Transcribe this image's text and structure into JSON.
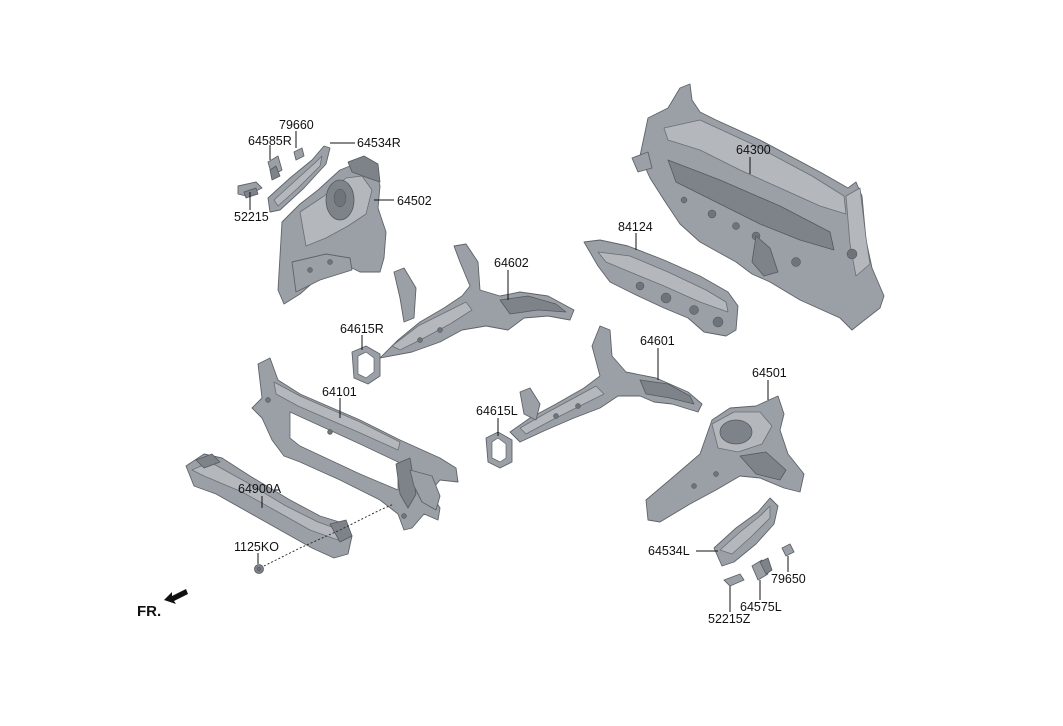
{
  "labels": {
    "p79660": "79660",
    "p64585R": "64585R",
    "p64534R": "64534R",
    "p52215": "52215",
    "p64502": "64502",
    "p64300": "64300",
    "p84124": "84124",
    "p64602": "64602",
    "p64615R": "64615R",
    "p64601": "64601",
    "p64101": "64101",
    "p64501": "64501",
    "p64615L": "64615L",
    "p64900A": "64900A",
    "p1125KO": "1125KO",
    "p64534L": "64534L",
    "p79650": "79650",
    "p64575L": "64575L",
    "p52215Z": "52215Z"
  },
  "orientation": {
    "text": "FR.",
    "icon": "front-direction-arrow-icon"
  },
  "colors": {
    "part_fill": "#9ba0a6",
    "part_outline": "#5e6369",
    "label_text": "#111111"
  }
}
